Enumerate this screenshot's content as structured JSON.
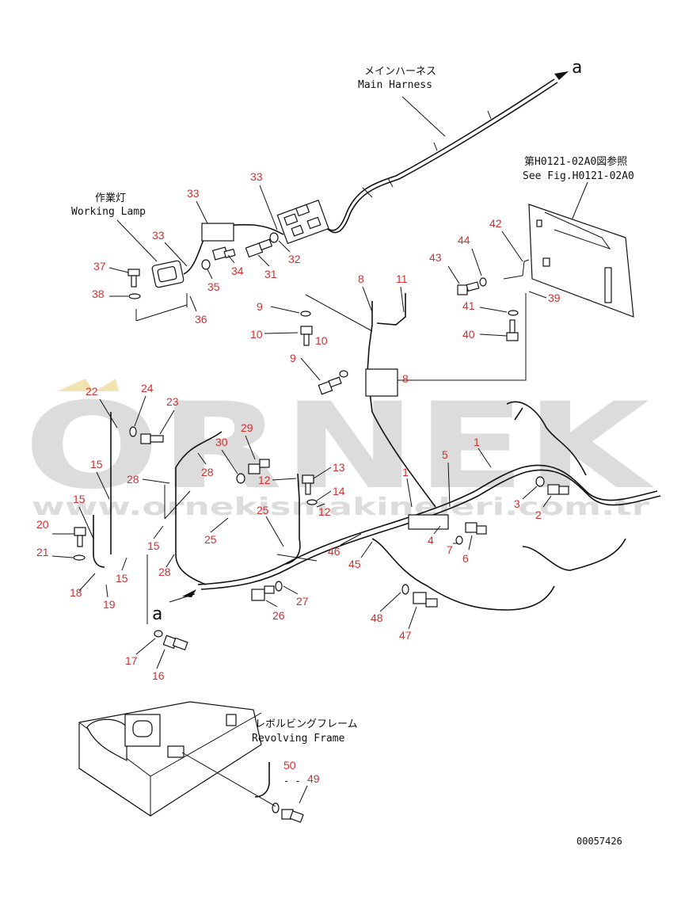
{
  "labels": {
    "main_harness_jp": "メインハーネス",
    "main_harness_en": "Main Harness",
    "arrow_a_top": "a",
    "arrow_a_bottom": "a",
    "see_fig_jp": "第H0121-02A0図参照",
    "see_fig_en": "See Fig.H0121-02A0",
    "working_lamp_jp": "作業灯",
    "working_lamp_en": "Working Lamp",
    "revolving_frame_jp": "レボルビングフレーム",
    "revolving_frame_en": "Revolving Frame",
    "drawing_number": "00057426"
  },
  "watermark": {
    "brand": "ORNEK",
    "url": "www.ornekismakineleri.com.tr",
    "color": "#9e9e9e",
    "accent_color": "#f2e3b3"
  },
  "callouts": [
    "1",
    "1",
    "2",
    "3",
    "4",
    "5",
    "6",
    "7",
    "8",
    "8",
    "9",
    "9",
    "10",
    "10",
    "11",
    "12",
    "12",
    "13",
    "14",
    "15",
    "15",
    "15",
    "15",
    "16",
    "17",
    "18",
    "19",
    "20",
    "21",
    "22",
    "23",
    "24",
    "25",
    "25",
    "26",
    "27",
    "28",
    "28",
    "28",
    "29",
    "30",
    "31",
    "32",
    "33",
    "33",
    "33",
    "34",
    "35",
    "36",
    "37",
    "38",
    "39",
    "40",
    "41",
    "42",
    "43",
    "44",
    "45",
    "46",
    "47",
    "48",
    "49",
    "50"
  ],
  "callout_color": "#d32f2f",
  "separator": "- -"
}
